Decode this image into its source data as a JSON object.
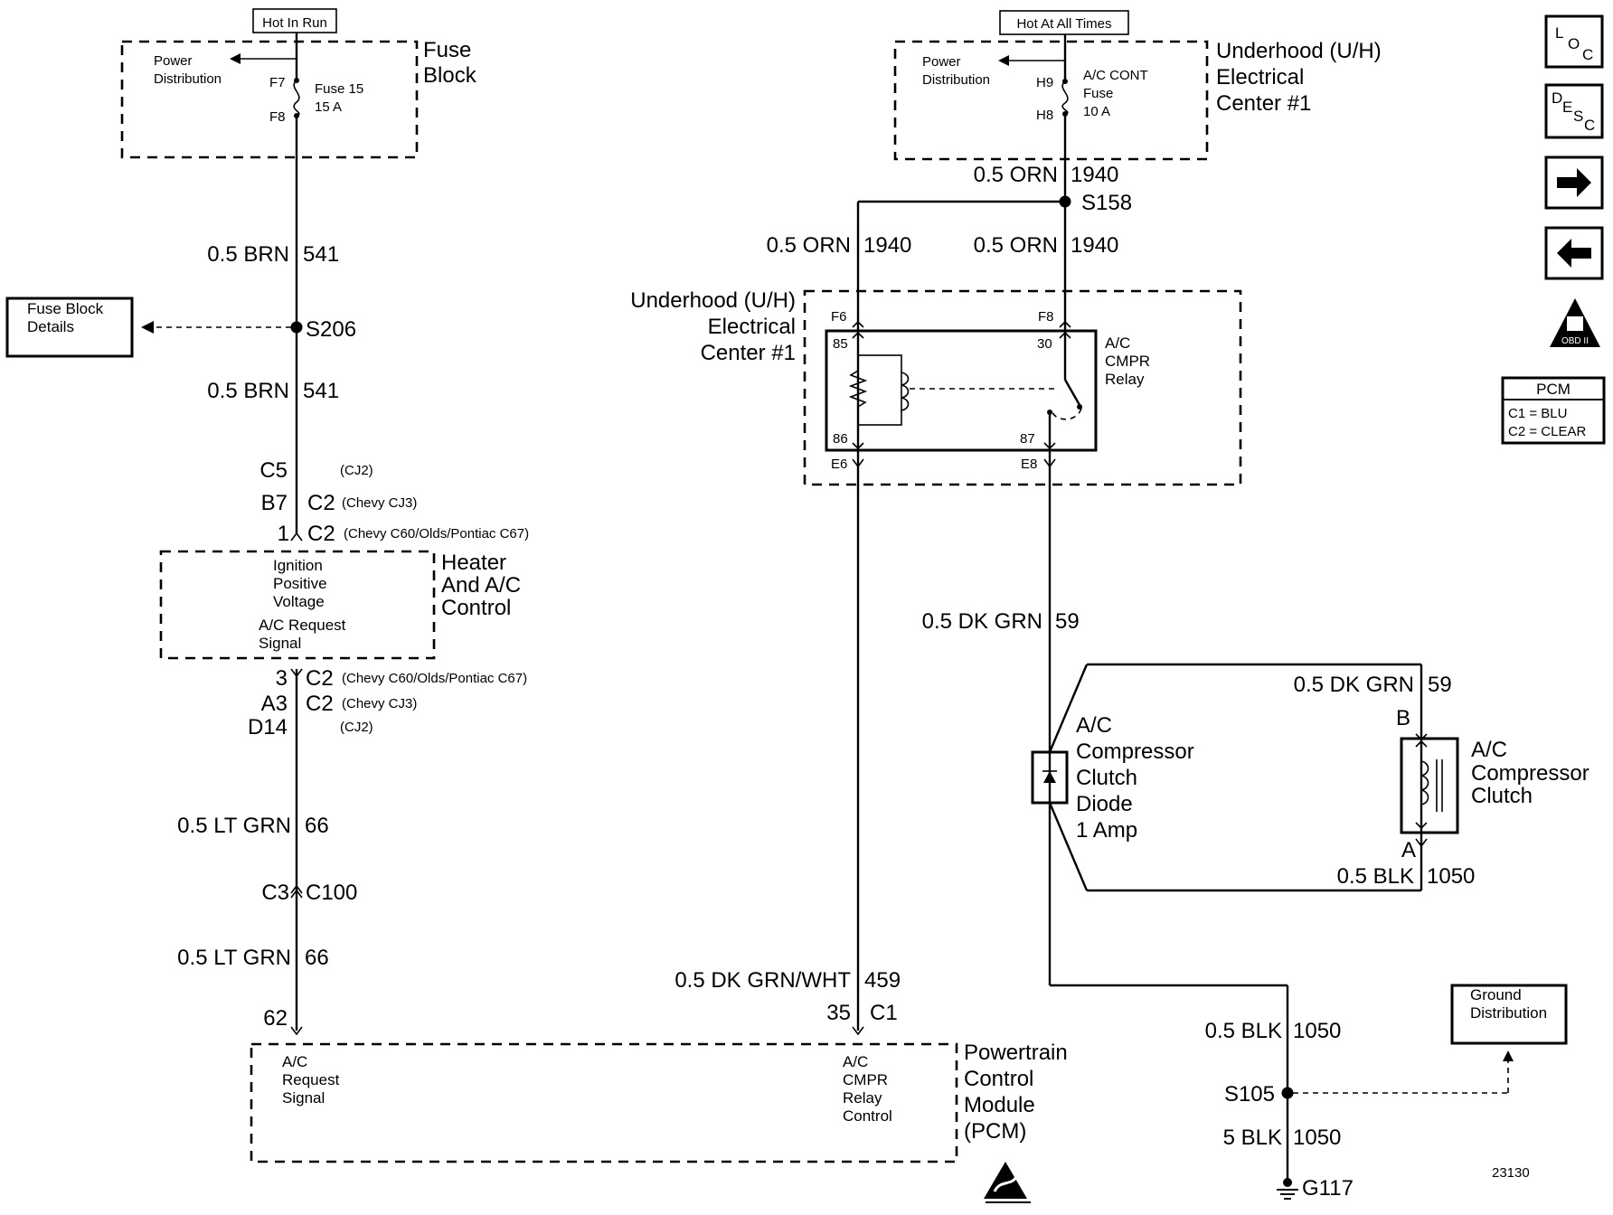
{
  "top_labels": {
    "hot_in_run": "Hot In Run",
    "hot_at_all_times": "Hot At All Times"
  },
  "fuse_block": {
    "title_line1": "Fuse",
    "title_line2": "Block",
    "power_dist_1": "Power",
    "power_dist_2": "Distribution",
    "pin_top": "F7",
    "pin_bottom": "F8",
    "fuse_name": "Fuse 15",
    "fuse_rating": "15 A"
  },
  "uh_center_top": {
    "title_line1": "Underhood (U/H)",
    "title_line2": "Electrical",
    "title_line3": "Center #1",
    "power_dist_1": "Power",
    "power_dist_2": "Distribution",
    "pin_top": "H9",
    "pin_bottom": "H8",
    "fuse_line1": "A/C CONT",
    "fuse_line2": "Fuse",
    "fuse_line3": "10 A"
  },
  "wires": {
    "w541_a": {
      "gauge_color": "0.5 BRN",
      "circuit": "541"
    },
    "w541_b": {
      "gauge_color": "0.5 BRN",
      "circuit": "541"
    },
    "w1940_a": {
      "gauge_color": "0.5 ORN",
      "circuit": "1940"
    },
    "w1940_b": {
      "gauge_color": "0.5 ORN",
      "circuit": "1940"
    },
    "w1940_c": {
      "gauge_color": "0.5 ORN",
      "circuit": "1940"
    },
    "w66_a": {
      "gauge_color": "0.5 LT GRN",
      "circuit": "66"
    },
    "w66_b": {
      "gauge_color": "0.5 LT GRN",
      "circuit": "66"
    },
    "w59_a": {
      "gauge_color": "0.5 DK GRN",
      "circuit": "59"
    },
    "w59_b": {
      "gauge_color": "0.5 DK GRN",
      "circuit": "59"
    },
    "w1050_a": {
      "gauge_color": "0.5 BLK",
      "circuit": "1050"
    },
    "w1050_b": {
      "gauge_color": "0.5 BLK",
      "circuit": "1050"
    },
    "w1050_c": {
      "gauge_color": "5 BLK",
      "circuit": "1050"
    },
    "w459": {
      "gauge_color": "0.5 DK GRN/WHT",
      "circuit": "459"
    }
  },
  "splices": {
    "s206": "S206",
    "s158": "S158",
    "s105": "S105",
    "g117": "G117"
  },
  "fuse_block_details": {
    "line1": "Fuse Block",
    "line2": "Details"
  },
  "ground_distribution": {
    "line1": "Ground",
    "line2": "Distribution"
  },
  "hvac_connectors_top": {
    "c5": "C5",
    "c5_note": "(CJ2)",
    "b7": "B7",
    "b7_conn": "C2",
    "b7_note": "(Chevy CJ3)",
    "p1": "1",
    "p1_conn": "C2",
    "p1_note": "(Chevy C60/Olds/Pontiac C67)"
  },
  "hvac": {
    "title_line1": "Heater",
    "title_line2": "And A/C",
    "title_line3": "Control",
    "ign_1": "Ignition",
    "ign_2": "Positive",
    "ign_3": "Voltage",
    "req_1": "A/C Request",
    "req_2": "Signal"
  },
  "hvac_connectors_bottom": {
    "p3": "3",
    "p3_conn": "C2",
    "p3_note": "(Chevy C60/Olds/Pontiac C67)",
    "a3": "A3",
    "a3_conn": "C2",
    "a3_note": "(Chevy CJ3)",
    "d14": "D14",
    "d14_note": "(CJ2)"
  },
  "c100": {
    "left": "C3",
    "right": "C100"
  },
  "pcm_pins": {
    "p62": "62",
    "p35": "35",
    "c1": "C1"
  },
  "pcm": {
    "title_line1": "Powertrain",
    "title_line2": "Control",
    "title_line3": "Module",
    "title_line4": "(PCM)",
    "req_1": "A/C",
    "req_2": "Request",
    "req_3": "Signal",
    "relay_1": "A/C",
    "relay_2": "CMPR",
    "relay_3": "Relay",
    "relay_4": "Control"
  },
  "uh_center_relay": {
    "title_line1": "Underhood (U/H)",
    "title_line2": "Electrical",
    "title_line3": "Center #1",
    "f6": "F6",
    "f8": "F8",
    "e6": "E6",
    "e8": "E8",
    "pin85": "85",
    "pin86": "86",
    "pin30": "30",
    "pin87": "87",
    "relay_1": "A/C",
    "relay_2": "CMPR",
    "relay_3": "Relay"
  },
  "diode": {
    "line1": "A/C",
    "line2": "Compressor",
    "line3": "Clutch",
    "line4": "Diode",
    "line5": "1 Amp"
  },
  "clutch": {
    "line1": "A/C",
    "line2": "Compressor",
    "line3": "Clutch",
    "pin_b": "B",
    "pin_a": "A"
  },
  "figure_number": "23130",
  "nav_buttons": {
    "loc_1": "L",
    "loc_2": "O",
    "loc_3": "C",
    "desc_1": "D",
    "desc_2": "E",
    "desc_3": "S",
    "desc_4": "C",
    "next": "→",
    "prev": "←",
    "obd": "OBD II"
  },
  "pcm_legend": {
    "title": "PCM",
    "c1": "C1 = BLU",
    "c2": "C2 = CLEAR"
  }
}
